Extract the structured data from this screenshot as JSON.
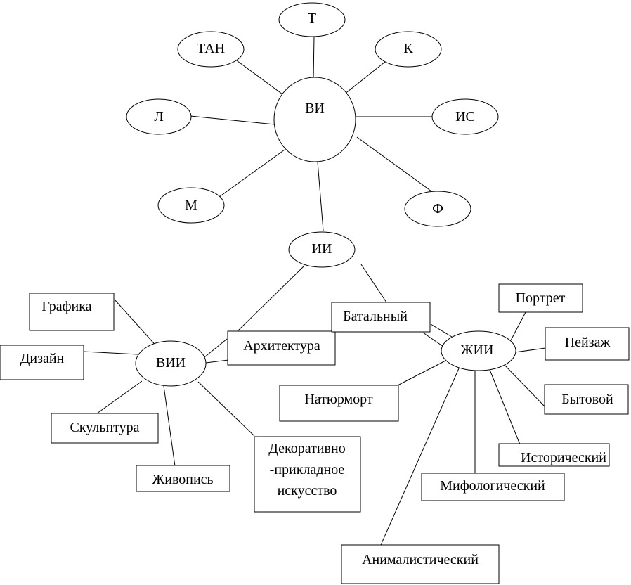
{
  "nodes": {
    "vi": "ВИ",
    "t": "Т",
    "tan": "ТАН",
    "k": "К",
    "l": "Л",
    "is": "ИС",
    "m": "М",
    "f": "Ф",
    "ii": "ИИ",
    "vii": "ВИИ",
    "zhii": "ЖИИ",
    "grafika": "Графика",
    "dizain": "Дизайн",
    "skulptura": "Скульптура",
    "zhivopis": "Живопись",
    "arkhitektura": "Архитектура",
    "dekor_1": "Декоративно",
    "dekor_2": "-прикладное",
    "dekor_3": "искусство",
    "batalny": "Батальный",
    "portret": "Портрет",
    "peizazh": "Пейзаж",
    "natyurmort": "Натюрморт",
    "bytovoi": "Бытовой",
    "istoricheskiy": "Исторический",
    "mifologicheskiy": "Мифологический",
    "animalisticheskiy": "Анималистический"
  },
  "colors": {
    "stroke": "#000000",
    "fill": "#ffffff",
    "text": "#000000"
  }
}
